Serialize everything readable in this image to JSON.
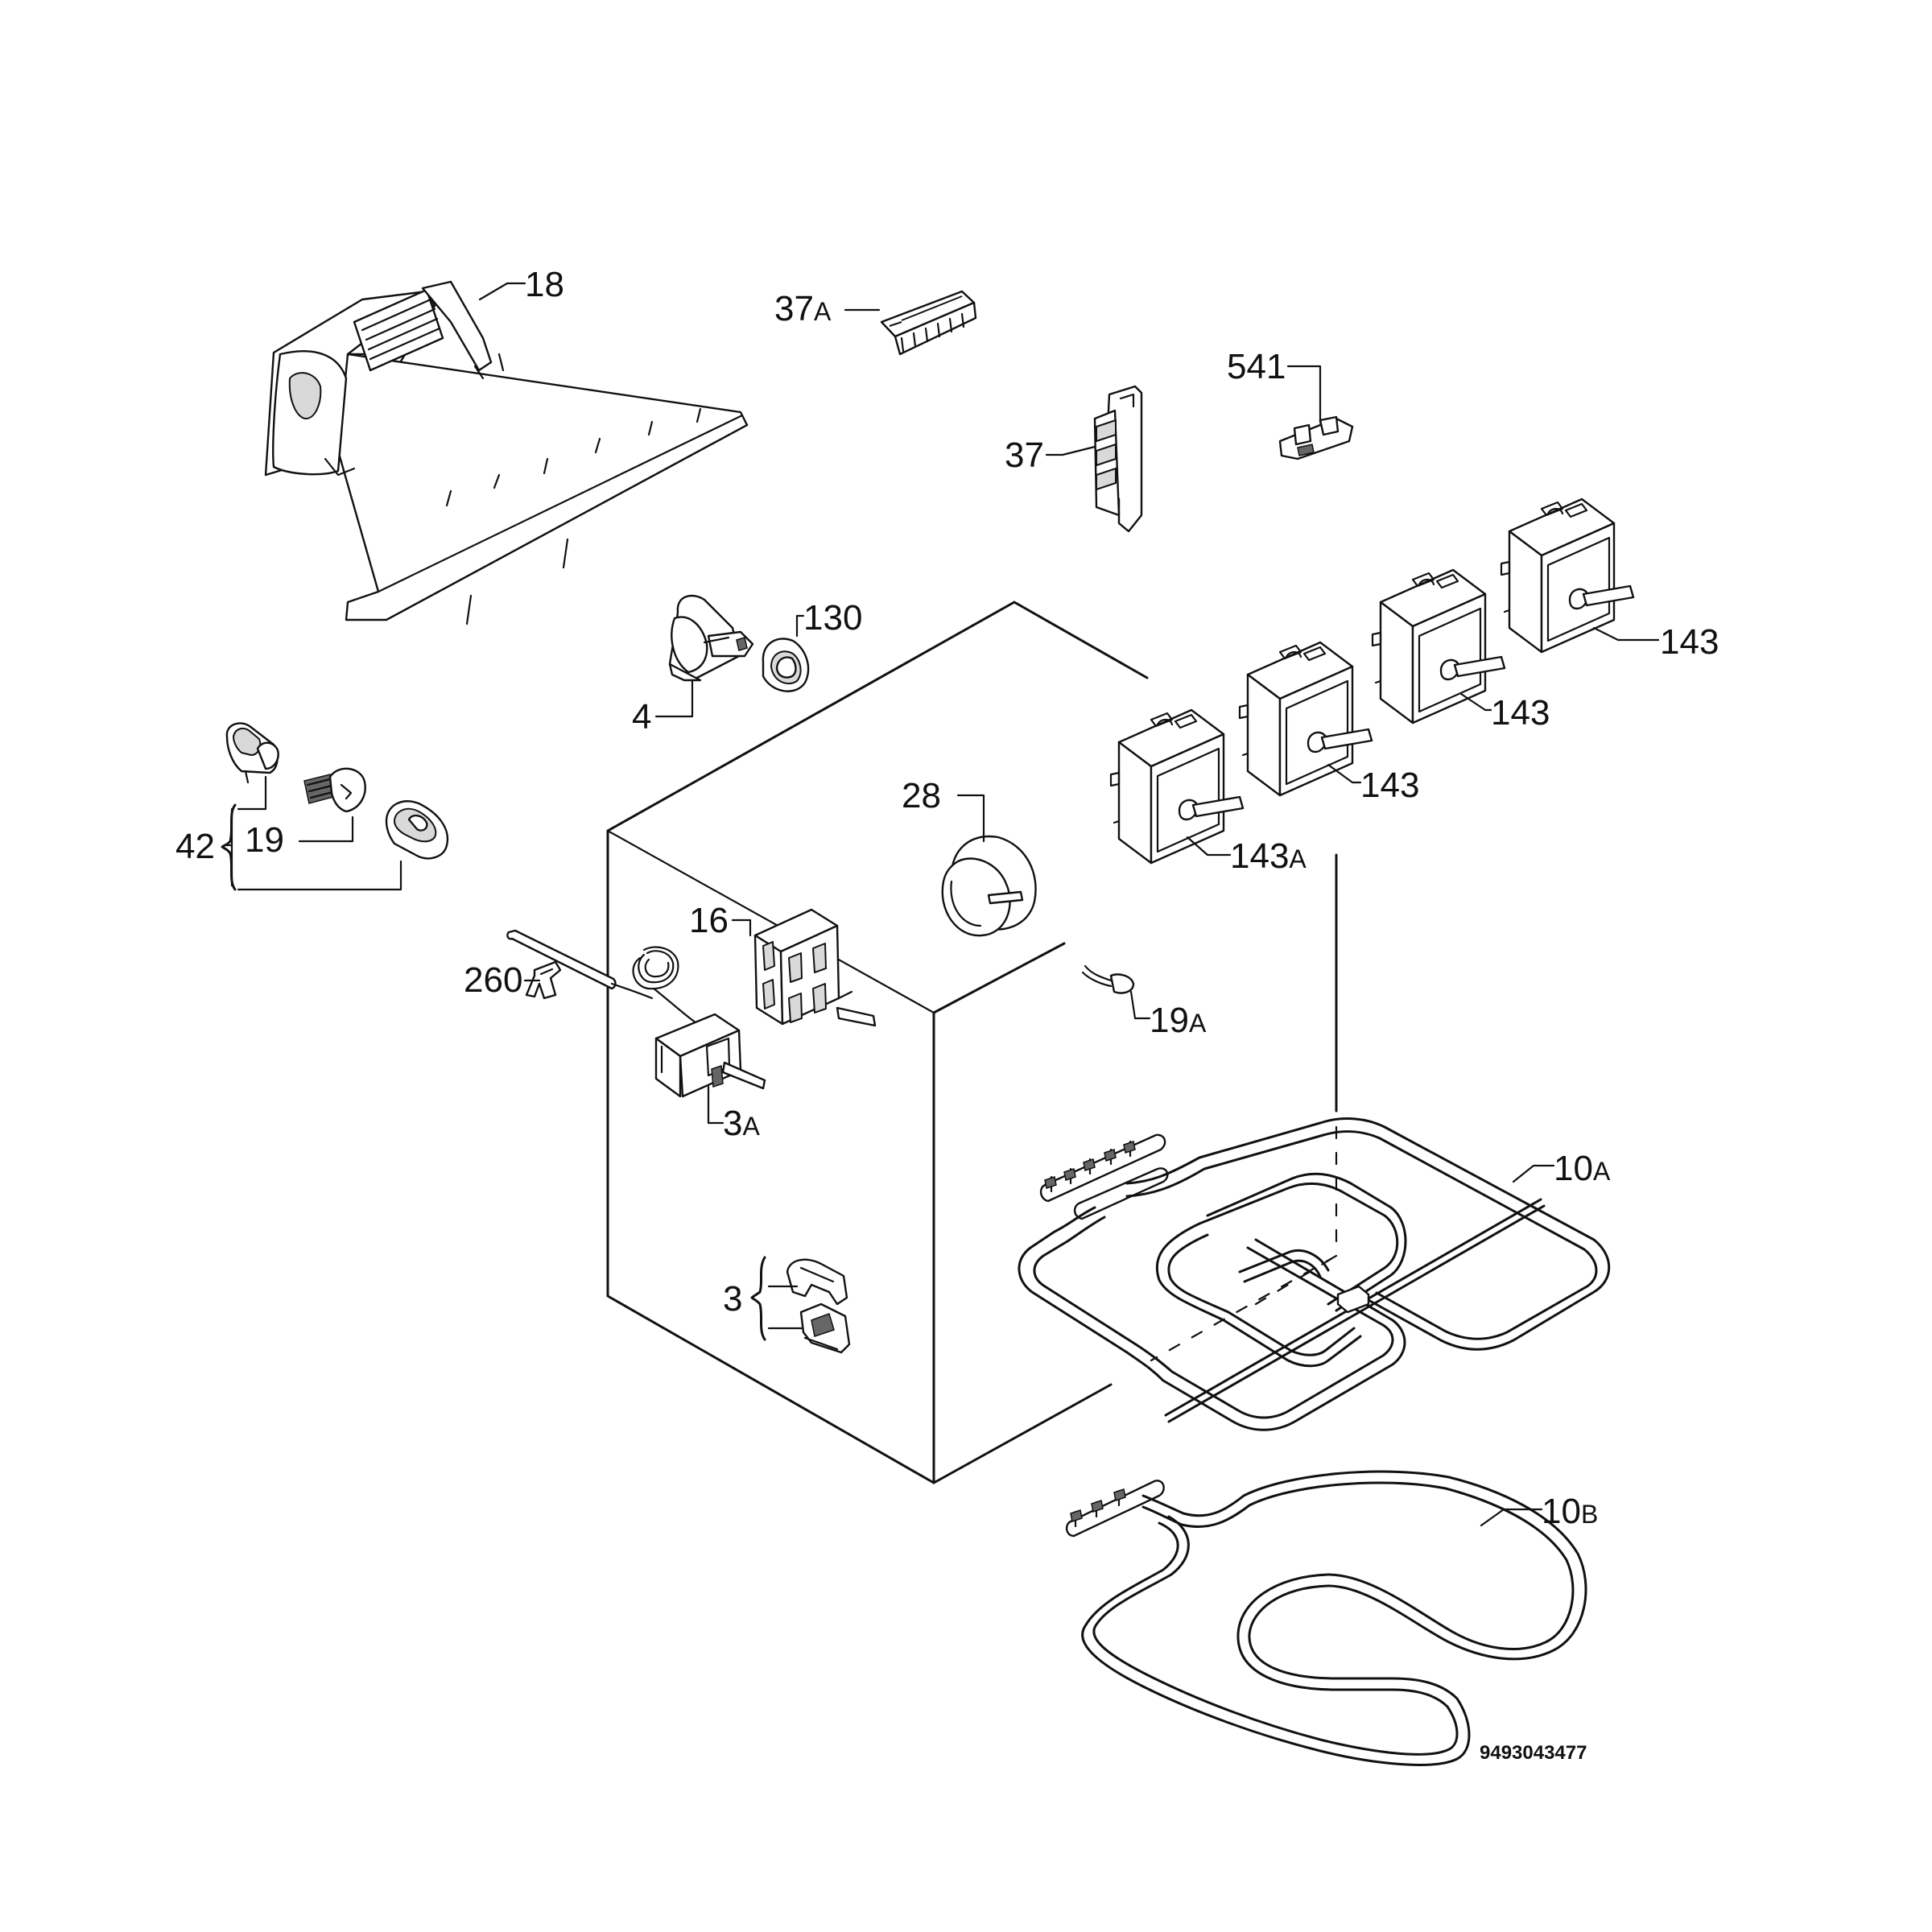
{
  "labels": {
    "l18": "18",
    "l37a_num": "37",
    "l37a_suf": "A",
    "l37": "37",
    "l541": "541",
    "l130": "130",
    "l4": "4",
    "l143_1": "143",
    "l143_2": "143",
    "l143_3": "143",
    "l143a_num": "143",
    "l143a_suf": "A",
    "l28": "28",
    "l42": "42",
    "l19": "19",
    "l16": "16",
    "l260": "260",
    "l19a_num": "19",
    "l19a_suf": "A",
    "l3a_num": "3",
    "l3a_suf": "A",
    "l10a_num": "10",
    "l10a_suf": "A",
    "l3": "3",
    "l10b_num": "10",
    "l10b_suf": "B"
  },
  "reference_number": "9493043477"
}
